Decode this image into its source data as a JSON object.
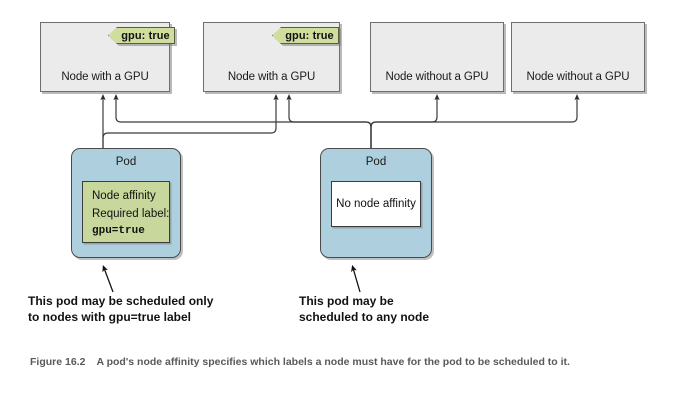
{
  "figure": {
    "number": "Figure 16.2",
    "caption": "A pod's node affinity specifies which labels a node must have for the pod to be scheduled to it."
  },
  "nodes": [
    {
      "id": "node-gpu-1",
      "label": "Node with a GPU",
      "tag": "gpu: true",
      "has_tag": true
    },
    {
      "id": "node-gpu-2",
      "label": "Node with a GPU",
      "tag": "gpu: true",
      "has_tag": true
    },
    {
      "id": "node-nogpu-1",
      "label": "Node without a GPU",
      "tag": "",
      "has_tag": false
    },
    {
      "id": "node-nogpu-2",
      "label": "Node without a GPU",
      "tag": "",
      "has_tag": false
    }
  ],
  "pods": [
    {
      "id": "pod-affinity",
      "title": "Pod",
      "inner_kind": "node-affinity",
      "inner_lines": [
        "Node affinity",
        "Required label:",
        "gpu=true"
      ],
      "annotation": [
        "This pod may be scheduled only",
        "to nodes with gpu=true label"
      ]
    },
    {
      "id": "pod-no-affinity",
      "title": "Pod",
      "inner_kind": "no-node-affinity",
      "inner_lines": [
        "No node affinity"
      ],
      "annotation": [
        "This pod may be",
        "scheduled to any node"
      ]
    }
  ],
  "colors": {
    "node_fill": "#ebebeb",
    "node_stroke": "#6e6e6e",
    "tag_fill": "#cfdd9d",
    "tag_stroke": "#5c5c42",
    "pod_fill": "#aecfdd",
    "pod_stroke": "#4a4a4a",
    "affinity_fill": "#c8d89d",
    "no_affinity_fill": "#ffffff",
    "connector": "#3b3b3b",
    "caption_text": "#58595b"
  }
}
